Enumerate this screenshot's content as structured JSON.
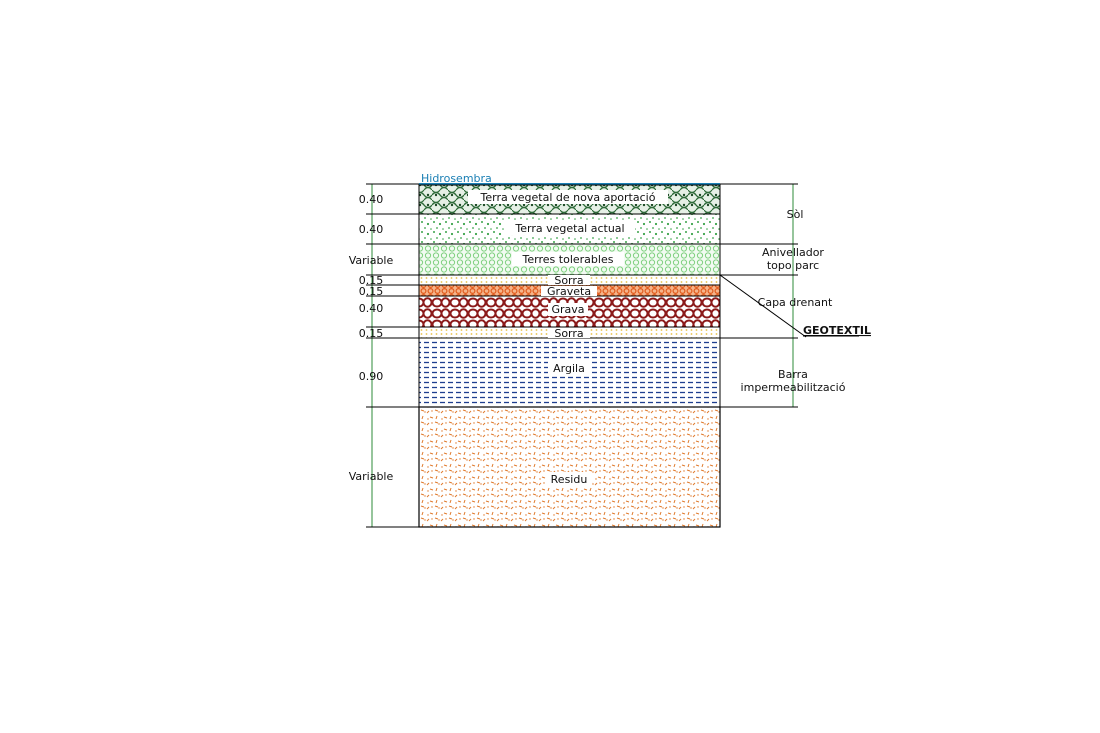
{
  "hydroseeding_label": "Hidrosembra",
  "layers": [
    {
      "id": "terra-nova",
      "label": "Terra vegetal de nova aportació",
      "thickness": "0.40"
    },
    {
      "id": "terra-actual",
      "label": "Terra vegetal actual",
      "thickness": "0.40"
    },
    {
      "id": "terres-tolerables",
      "label": "Terres tolerables",
      "thickness": "Variable"
    },
    {
      "id": "sorra-1",
      "label": "Sorra",
      "thickness": "0.15"
    },
    {
      "id": "graveta",
      "label": "Graveta",
      "thickness": "0.15"
    },
    {
      "id": "grava",
      "label": "Grava",
      "thickness": "0.40"
    },
    {
      "id": "sorra-2",
      "label": "Sorra",
      "thickness": "0.15"
    },
    {
      "id": "argila",
      "label": "Argila",
      "thickness": "0.90"
    },
    {
      "id": "residu",
      "label": "Residu",
      "thickness": "Variable"
    }
  ],
  "groups": {
    "sol": "Sòl",
    "anivellador_line1": "Anivellador",
    "anivellador_line2": "topo parc",
    "capa_drenant": "Capa drenant",
    "geotextil": "GEOTEXTIL",
    "barra_line1": "Barra",
    "barra_line2": "impermeabilització"
  },
  "colors": {
    "vegetal": "#2f6b3a",
    "vegetal_light": "#3aa34a",
    "tolerables": "#7fd07f",
    "sand": "#e8c14a",
    "graveta": "#e05a1c",
    "grava": "#8b1a1a",
    "argila": "#1f3f8f",
    "residu": "#e07a2c",
    "dimension": "#2e8b3a",
    "hydro": "#1a7fb4"
  }
}
